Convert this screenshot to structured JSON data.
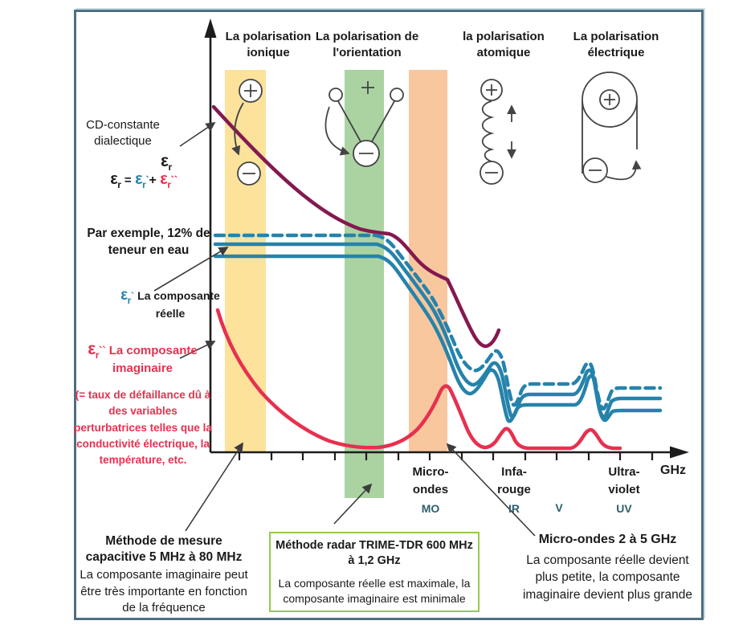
{
  "colors": {
    "frame": "#4e6f80",
    "blue": "#2583ab",
    "red": "#e7304f",
    "purple": "#84194f",
    "yellow_band": "#fce29b",
    "green_band": "#abd3a2",
    "orange_band": "#f8c79e",
    "teal_label": "#2d5f6e",
    "green_box_border": "#96c94e"
  },
  "headers": {
    "ionic": "La polarisation ionique",
    "orientation": "La polarisation de l'orientation",
    "atomic": "la polarisation atomique",
    "electric": "La polarisation électrique"
  },
  "annotations": {
    "cd_label": "CD-constante dialectique",
    "axis_symbol": {
      "eps": "ε",
      "sub": "r"
    },
    "formula": {
      "lhs_eps": "ε",
      "lhs_sub": "r",
      "equals": "=",
      "real_eps": "ε",
      "real_sub": "r",
      "real_prime": "`",
      "plus": "+",
      "imag_eps": "ε",
      "imag_sub": "r",
      "imag_prime": "``"
    },
    "example": "Par exemple, 12% de teneur en eau",
    "real": {
      "eps": "ε",
      "sub": "r",
      "prime": "`",
      "label": "La composante réelle"
    },
    "imaginary": {
      "eps": "ε",
      "sub": "r",
      "prime": "``",
      "label": "La composante imaginaire",
      "note": "(= taux de défaillance dû à des variables perturbatrices telles que la conductivité électrique, la température, etc."
    }
  },
  "axis": {
    "unit": "GHz",
    "micro": {
      "line1": "Micro-",
      "line2": "ondes",
      "abbr": "MO"
    },
    "infrared": {
      "line1": "Infa-",
      "line2": "rouge",
      "abbr": "IR"
    },
    "visible": {
      "abbr": "V"
    },
    "ultraviolet": {
      "line1": "Ultra-",
      "line2": "violet",
      "abbr": "UV"
    }
  },
  "notes": {
    "capacitive": {
      "title": "Méthode de mesure capacitive 5 MHz à 80 MHz",
      "body": "La composante imaginaire peut être très importante en fonction de la fréquence"
    },
    "radar": {
      "title": "Méthode radar TRIME-TDR 600 MHz à 1,2 GHz",
      "body": "La composante réelle est maximale, la composante imaginaire est minimale"
    },
    "microwave": {
      "title": "Micro-ondes 2 à 5 GHz",
      "body": "La composante réelle devient plus petite, la composante imaginaire devient plus grande"
    }
  }
}
